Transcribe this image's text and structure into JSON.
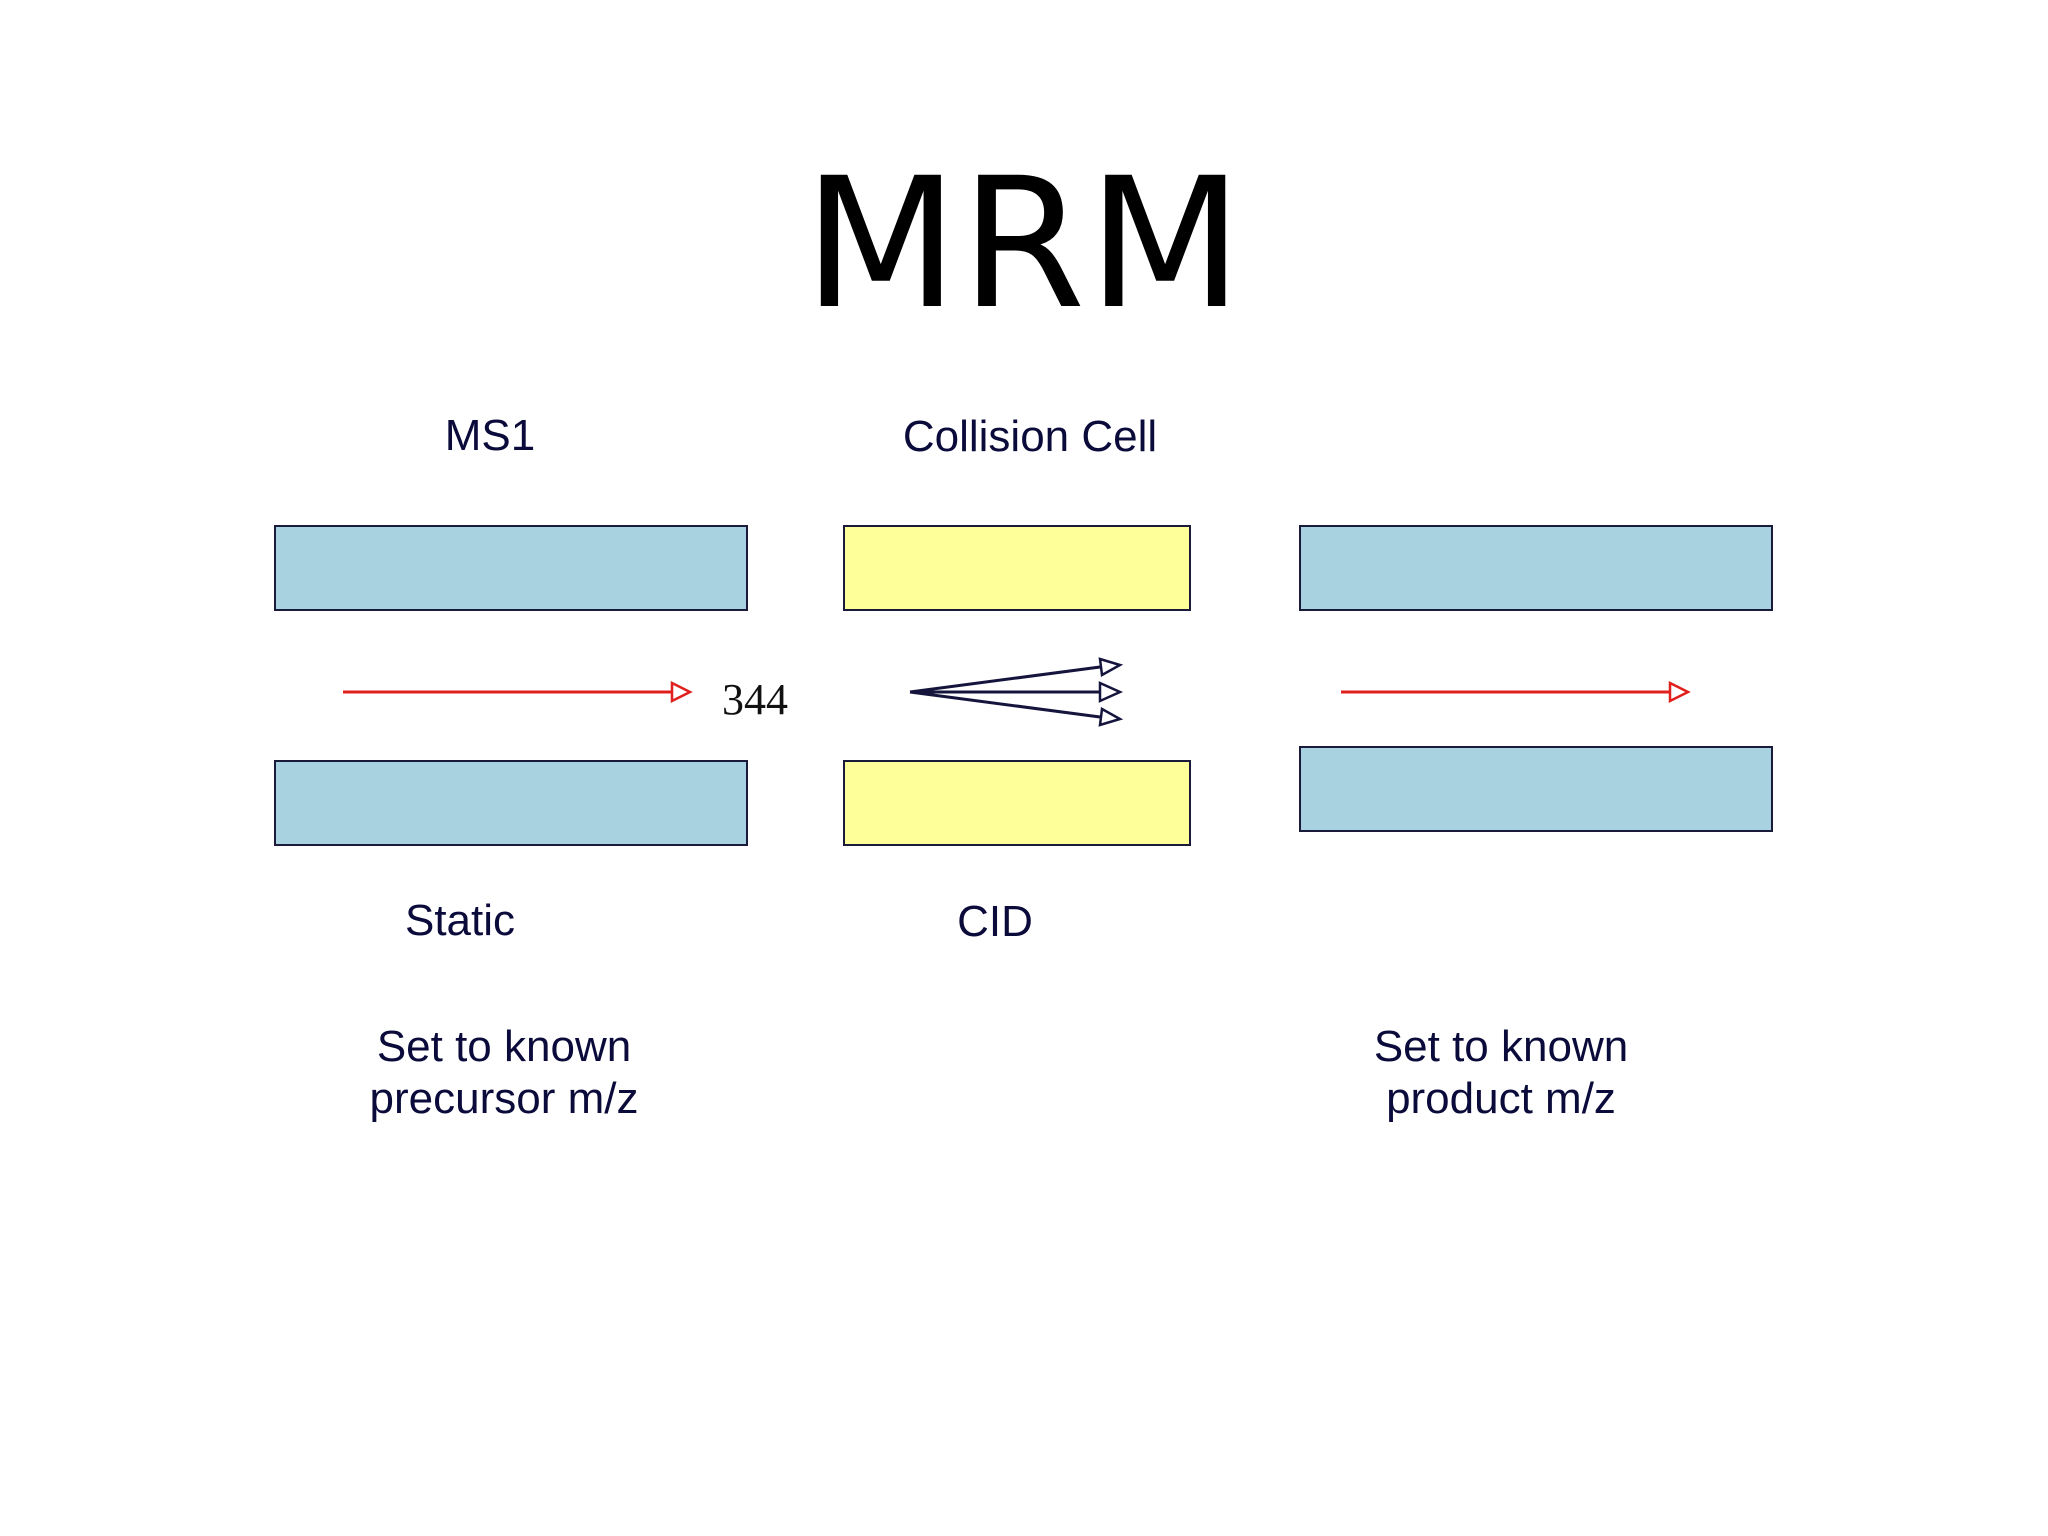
{
  "title": "MRM",
  "stages": {
    "ms1": {
      "label": "MS1",
      "mode": "Static",
      "note_line1": "Set to known",
      "note_line2": "precursor m/z"
    },
    "collision_cell": {
      "label": "Collision Cell",
      "mode": "CID"
    },
    "ms3": {
      "note_line1": "Set to known",
      "note_line2": "product m/z"
    }
  },
  "precursor_mz": "344",
  "colors": {
    "quadrupole_rod": "#a9d2e0",
    "collision_rod": "#ffff99",
    "selected_ion_path": "#e0201c",
    "fragment_path": "#14143c"
  }
}
